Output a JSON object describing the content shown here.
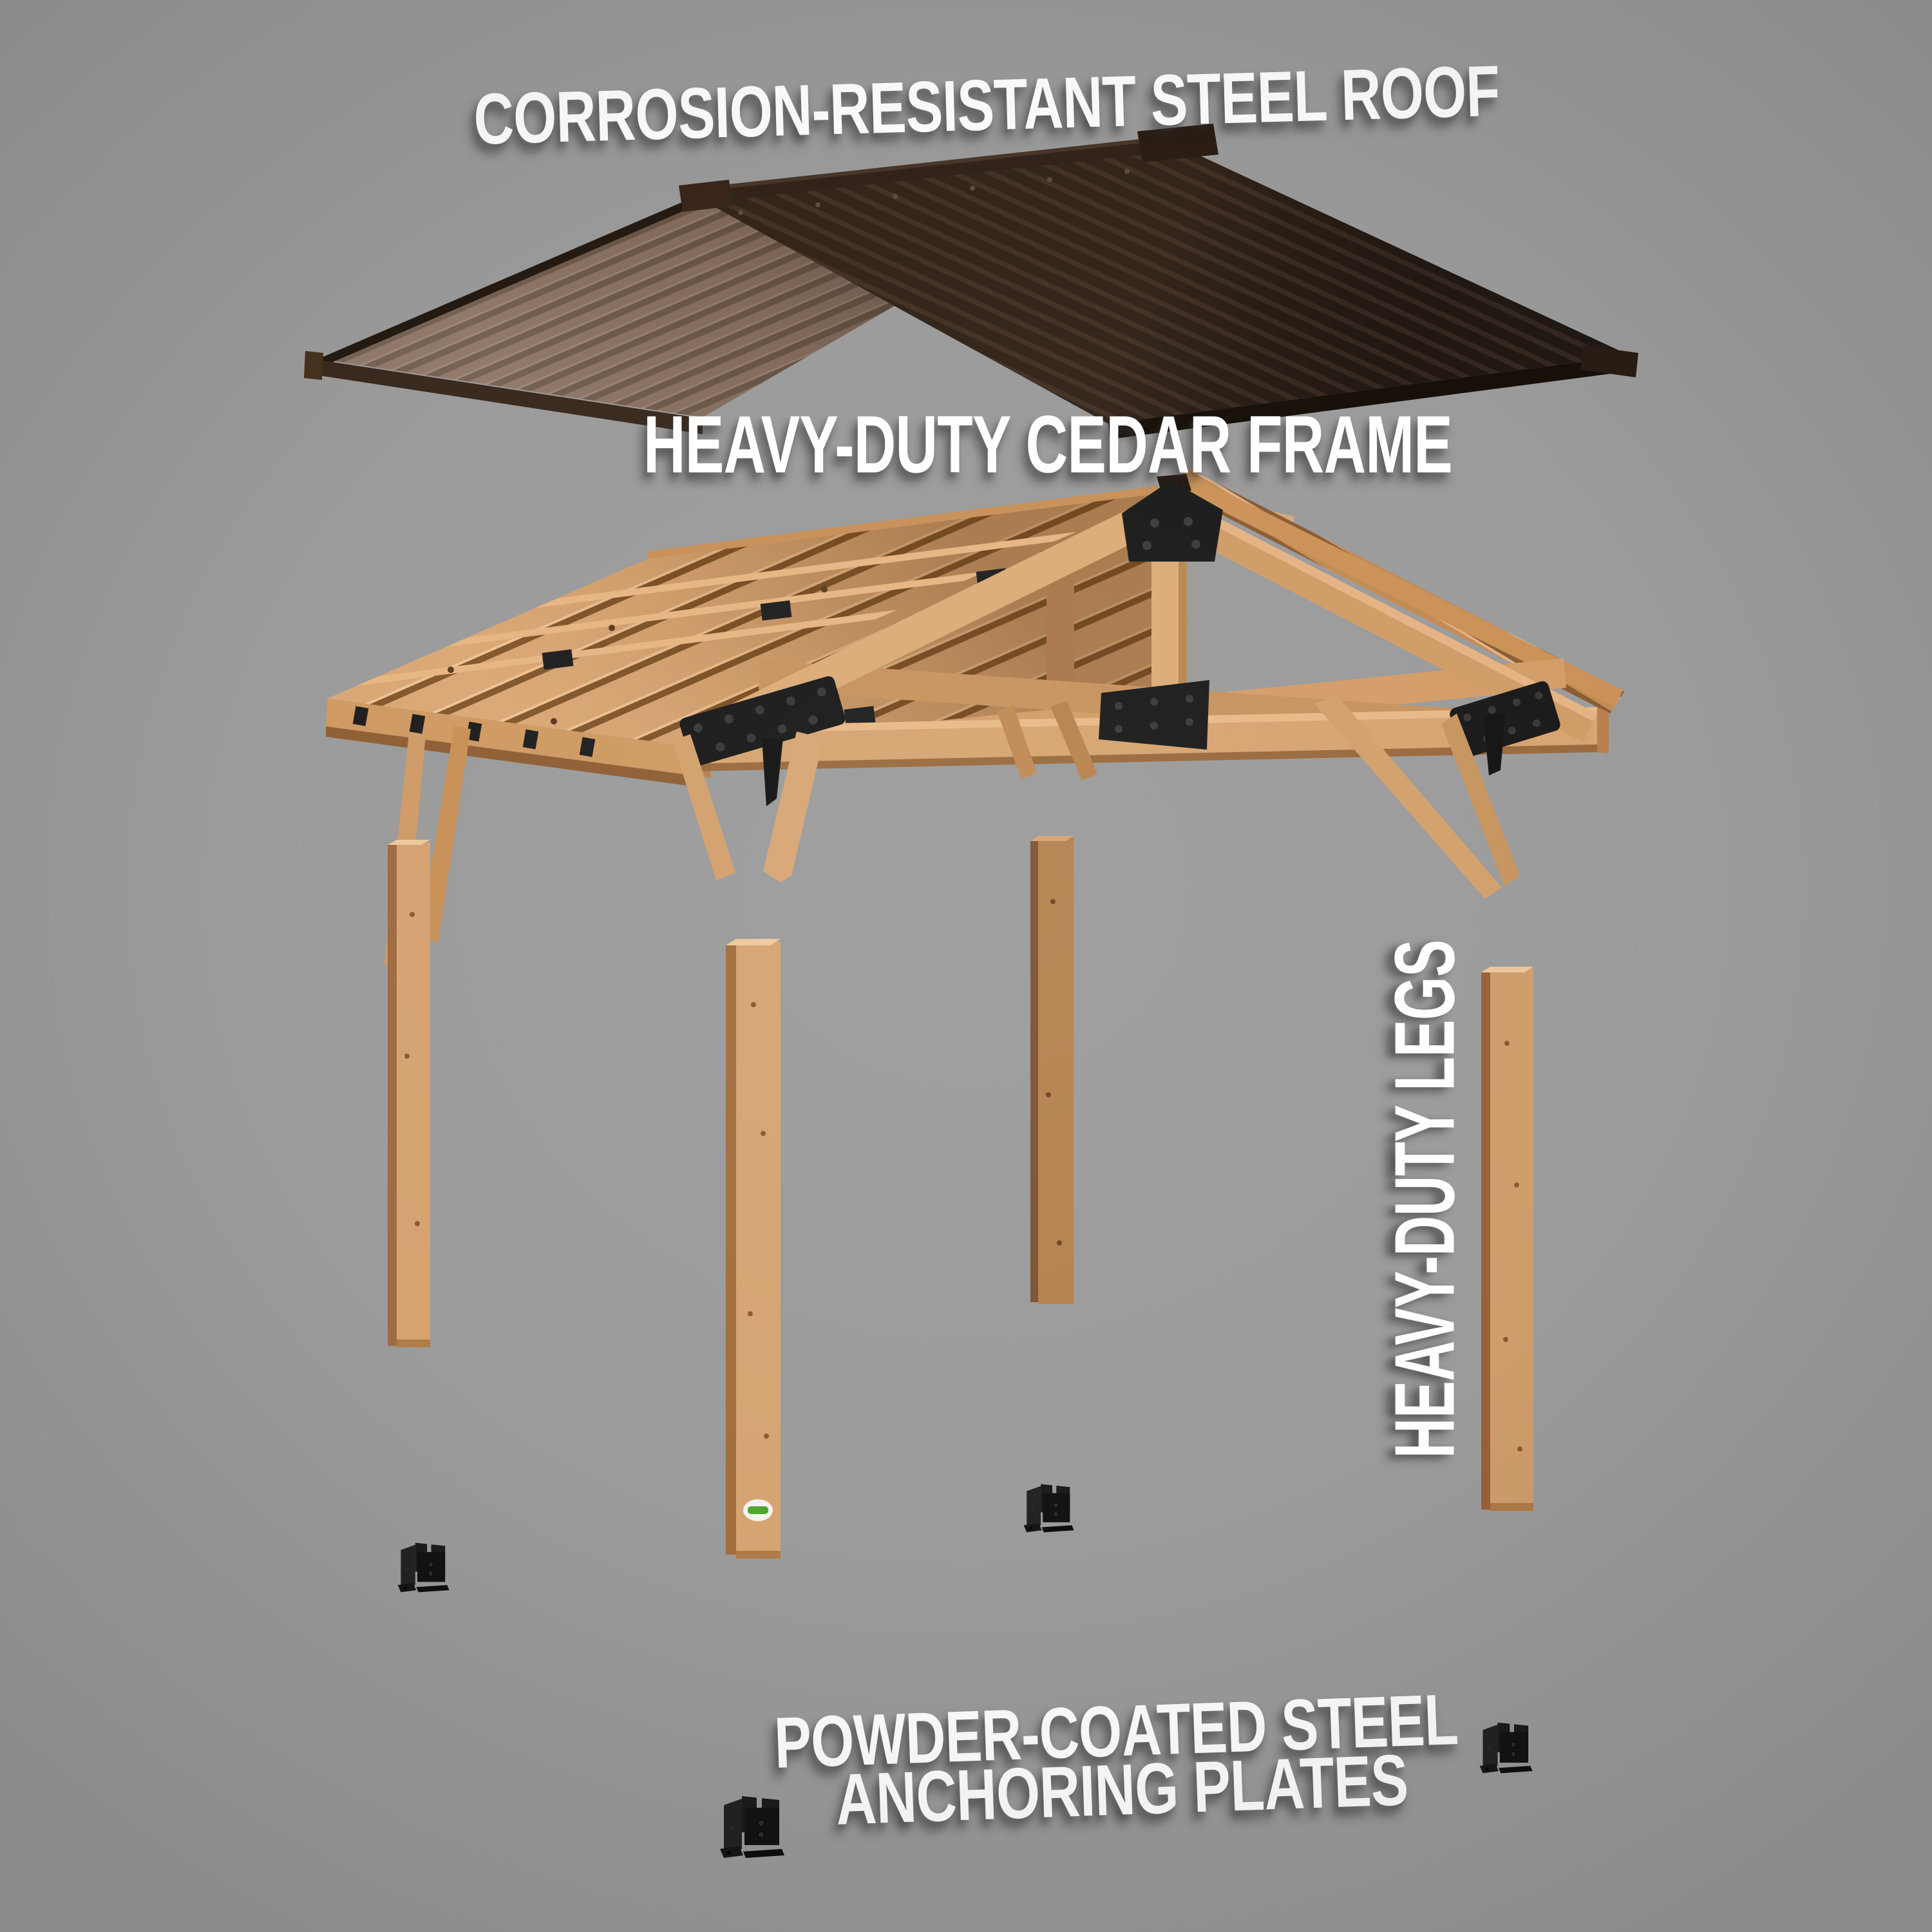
{
  "scene": {
    "type": "exploded product diagram of a cedar gazebo",
    "background_color": "#9b9b9b",
    "text_color": "#ffffff"
  },
  "labels": {
    "roof": "CORROSION-RESISTANT STEEL ROOF",
    "frame": "HEAVY-DUTY CEDAR FRAME",
    "legs": "HEAVY-DUTY LEGS",
    "anchors_line1": "POWDER-COATED STEEL",
    "anchors_line2": "ANCHORING PLATES"
  },
  "components": {
    "roof": "steel gable roof panel",
    "frame": "cedar truss roof frame",
    "legs_count": 4,
    "anchor_plates_count": 4
  },
  "colors": {
    "roof_light_slope": "#8a7161",
    "roof_dark_slope": "#211812",
    "roof_trim": "#32231a",
    "cedar_light": "#d8a470",
    "cedar_mid": "#c28b54",
    "cedar_shadow": "#9a6a3e",
    "metal_black": "#1a1a1a",
    "badge_white": "#f2f2ee",
    "badge_green": "#4fa62e"
  }
}
